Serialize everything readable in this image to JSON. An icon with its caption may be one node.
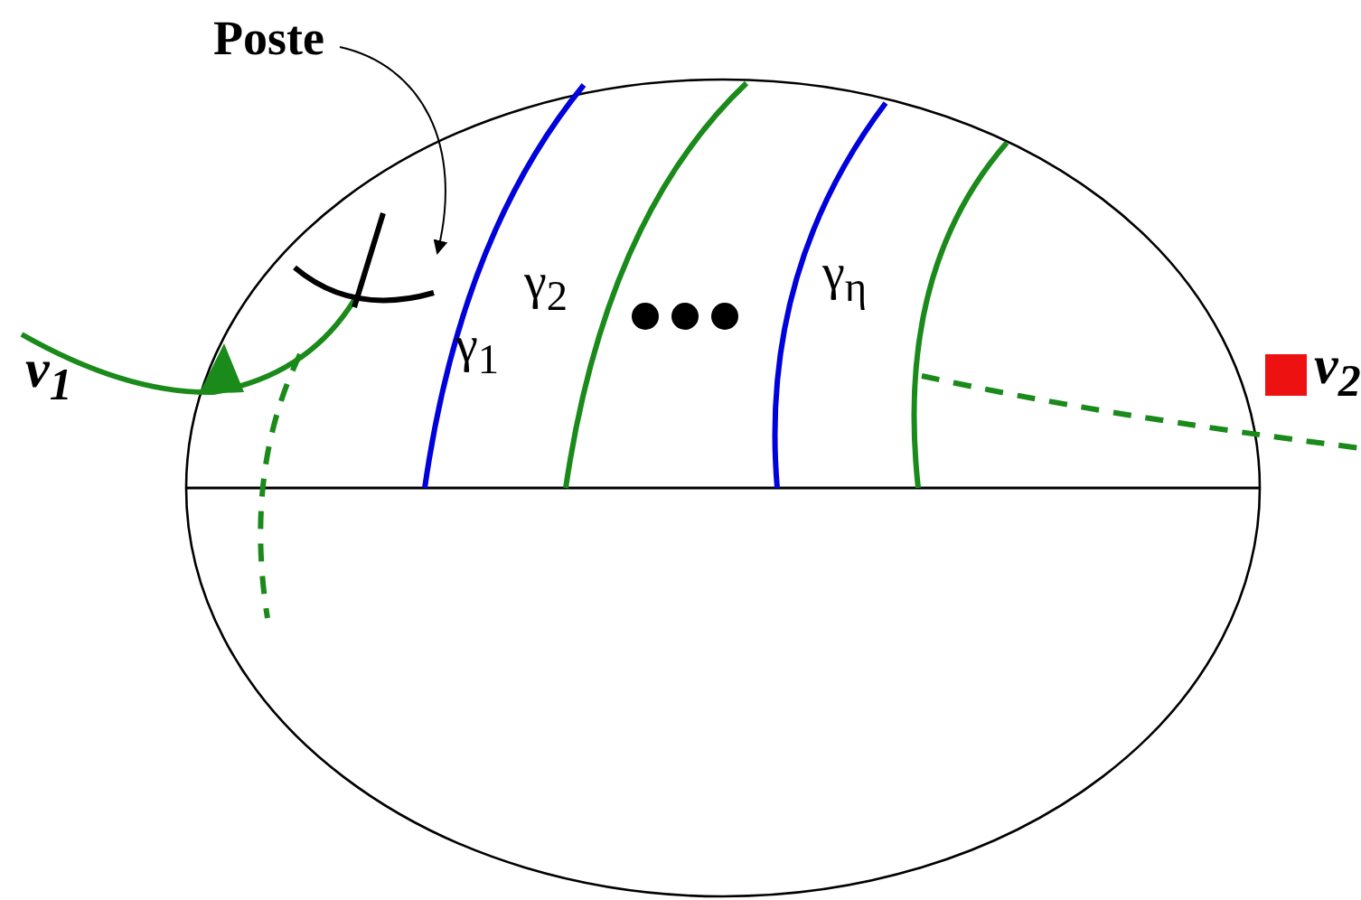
{
  "diagram": {
    "nodes": [
      {
        "text": [
          "Poste"
        ]
      },
      {
        "text": [],
        "shape": "cross"
      }
    ],
    "edges": [
      {
        "from": 0,
        "to": 1,
        "arrow": "to"
      }
    ],
    "labels": [
      "ν$_{1}$",
      "γ$_{1}$",
      "γ$_{2}$",
      "γ$_{η}$",
      "ν$_{2}$"
    ]
  }
}
